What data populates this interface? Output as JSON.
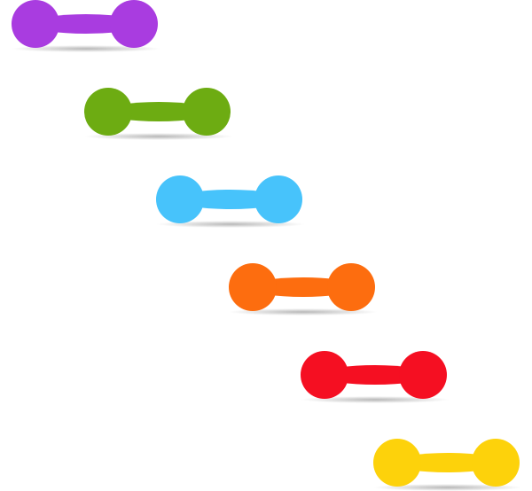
{
  "dumbbells": [
    {
      "name": "dumbbell-purple",
      "color": "#A93CE0"
    },
    {
      "name": "dumbbell-green",
      "color": "#6DAC12"
    },
    {
      "name": "dumbbell-blue",
      "color": "#47C3FB"
    },
    {
      "name": "dumbbell-orange",
      "color": "#FD6D0F"
    },
    {
      "name": "dumbbell-red",
      "color": "#F50F22"
    },
    {
      "name": "dumbbell-yellow",
      "color": "#FDD20B"
    }
  ]
}
